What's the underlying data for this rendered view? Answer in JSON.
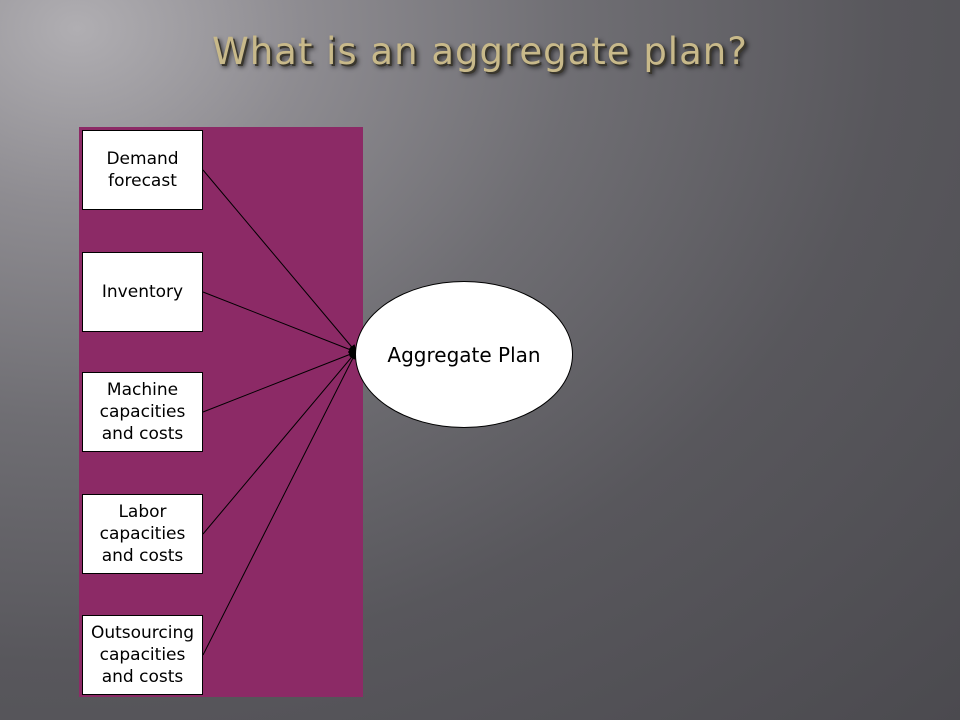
{
  "title": "What is an aggregate plan?",
  "diagram": {
    "inputs": [
      {
        "label": "Demand\nforecast"
      },
      {
        "label": "Inventory"
      },
      {
        "label": "Machine\ncapacities\nand costs"
      },
      {
        "label": "Labor\ncapacities\nand costs"
      },
      {
        "label": "Outsourcing\ncapacities\nand costs"
      }
    ],
    "output": {
      "label": "Aggregate Plan"
    }
  },
  "colors": {
    "panel": "#8c2a66",
    "title": "#c8b98a",
    "box": "#ffffff"
  }
}
